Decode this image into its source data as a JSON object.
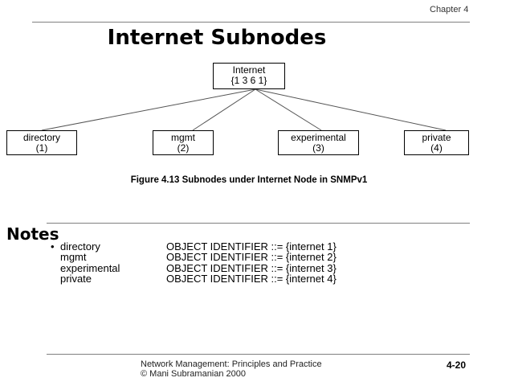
{
  "header": {
    "chapter": "Chapter 4"
  },
  "title": "Internet Subnodes",
  "diagram": {
    "root": {
      "name": "Internet",
      "oid": "{1 3 6 1}"
    },
    "children": [
      {
        "name": "directory",
        "num": "(1)"
      },
      {
        "name": "mgmt",
        "num": "(2)"
      },
      {
        "name": "experimental",
        "num": "(3)"
      },
      {
        "name": "private",
        "num": "(4)"
      }
    ]
  },
  "caption": "Figure 4.13 Subnodes under Internet Node in SNMPv1",
  "notes": {
    "heading": "Notes",
    "bullet": "•",
    "items": [
      {
        "name": "directory",
        "def": "OBJECT IDENTIFIER ::= {internet 1}"
      },
      {
        "name": "mgmt",
        "def": "OBJECT IDENTIFIER ::= {internet 2}"
      },
      {
        "name": "experimental",
        "def": "OBJECT IDENTIFIER ::= {internet 3}"
      },
      {
        "name": "private",
        "def": "OBJECT IDENTIFIER ::= {internet 4}"
      }
    ]
  },
  "footer": {
    "line1": "Network Management: Principles and Practice",
    "line2": "© Mani Subramanian 2000",
    "page": "4-20"
  }
}
